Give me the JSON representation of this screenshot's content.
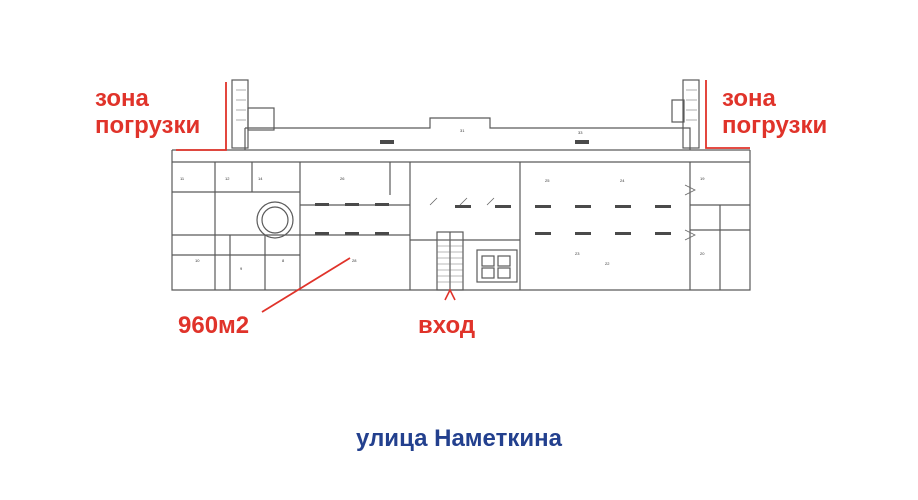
{
  "labels": {
    "loading_zone_left": "зона\nпогрузки",
    "loading_zone_right": "зона\nпогрузки",
    "area": "960м2",
    "entrance": "вход",
    "street": "улица Наметкина"
  },
  "colors": {
    "accent_red": "#e0332a",
    "street_blue": "#23408e",
    "wall": "#555555"
  }
}
